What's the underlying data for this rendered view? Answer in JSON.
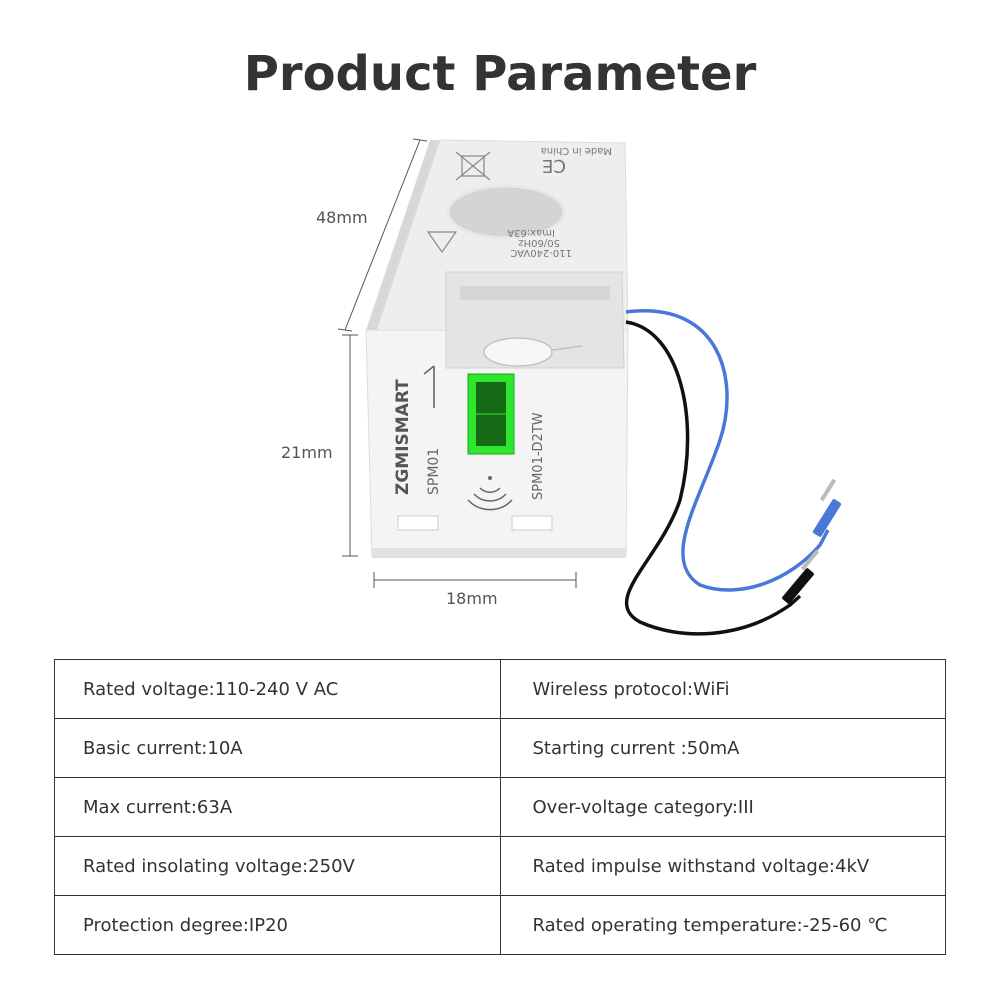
{
  "title": "Product Parameter",
  "dimensions": {
    "length": "48mm",
    "height": "21mm",
    "width": "18mm"
  },
  "device": {
    "brand": "ZGMISMART",
    "model_left": "SPM01",
    "model_right": "SPM01-D2TW",
    "top_made_in": "Made in China",
    "top_ce": "CE",
    "top_rating_1": "110-240VAC",
    "top_rating_2": "50/60Hz",
    "top_rating_3": "Imax:63A",
    "button_color": "#2ee62e",
    "wire_colors": [
      "#4a78d6",
      "#111111"
    ]
  },
  "spec_rows": [
    {
      "left": "Rated voltage:110-240 V AC",
      "right": "Wireless protocol:WiFi"
    },
    {
      "left": "Basic current:10A",
      "right": "Starting current :50mA"
    },
    {
      "left": "Max current:63A",
      "right": "Over-voltage category:III"
    },
    {
      "left": "Rated insolating voltage:250V",
      "right": "Rated impulse withstand voltage:4kV"
    },
    {
      "left": "Protection degree:IP20",
      "right": "Rated operating temperature:-25-60 ℃"
    }
  ]
}
